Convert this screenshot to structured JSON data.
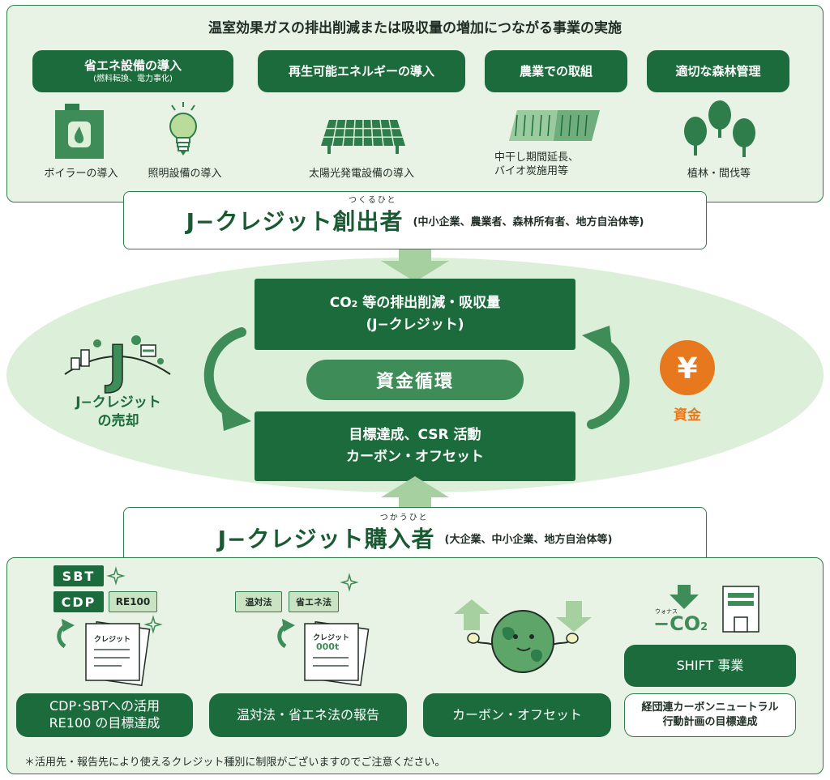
{
  "top_section": {
    "heading": "温室効果ガスの排出削減または吸収量の増加につながる事業の実施",
    "categories": [
      {
        "label": "省エネ設備の導入",
        "sub": "(燃料転換、電力事化)"
      },
      {
        "label": "再生可能エネルギーの導入",
        "sub": ""
      },
      {
        "label": "農業での取組",
        "sub": ""
      },
      {
        "label": "適切な森林管理",
        "sub": ""
      }
    ],
    "captions": {
      "boiler": "ボイラーの導入",
      "lighting": "照明設備の導入",
      "solar": "太陽光発電設備の導入",
      "farming_line1": "中干し期間延長、",
      "farming_line2": "バイオ炭施用等",
      "forest": "植林・間伐等"
    }
  },
  "creator": {
    "ruby": "つくるひと",
    "title": "J−クレジット創出者",
    "note": "(中小企業、農業者、森林所有者、地方自治体等)"
  },
  "cycle": {
    "top_box_line1": "CO",
    "top_box_sub": "2",
    "top_box_line1_rest": " 等の排出削減・吸収量",
    "top_box_line2": "(J−クレジット)",
    "center": "資金循環",
    "bottom_box_line1": "目標達成、CSR 活動",
    "bottom_box_line2": "カーボン・オフセット",
    "left_label_line1": "J−クレジット",
    "left_label_line2": "の売却",
    "right_label": "資金",
    "yen_symbol": "¥"
  },
  "buyer": {
    "ruby": "つかうひと",
    "title": "J−クレジット購入者",
    "note": "(大企業、中小企業、地方自治体等)"
  },
  "bottom_section": {
    "tags": {
      "sbt": "SBT",
      "cdp": "CDP",
      "re100": "RE100",
      "ontaiho": "温対法",
      "shoenehou": "省エネ法",
      "doc_label": "クレジット",
      "doc_label2": "クレジット",
      "doc_amount": "000t",
      "co2": "−CO",
      "co2_sub": "2",
      "co2_ruby": "ウォナス"
    },
    "pills": {
      "cdp_line1": "CDP･SBTへの活用",
      "cdp_line2": "RE100 の目標達成",
      "report": "温対法・省エネ法の報告",
      "offset": "カーボン・オフセット",
      "shift": "SHIFT 事業",
      "keidanren_line1": "経団連カーボンニュートラル",
      "keidanren_line2": "行動計画の目標達成"
    },
    "footnote": "＊活用先・報告先により使えるクレジット種別に制限がございますのでご注意ください。"
  },
  "colors": {
    "dark_green": "#1c6b3c",
    "mid_green": "#3e8c57",
    "light_green": "#e8f2e5",
    "ellipse": "#dcefd8",
    "orange": "#e8781e"
  }
}
